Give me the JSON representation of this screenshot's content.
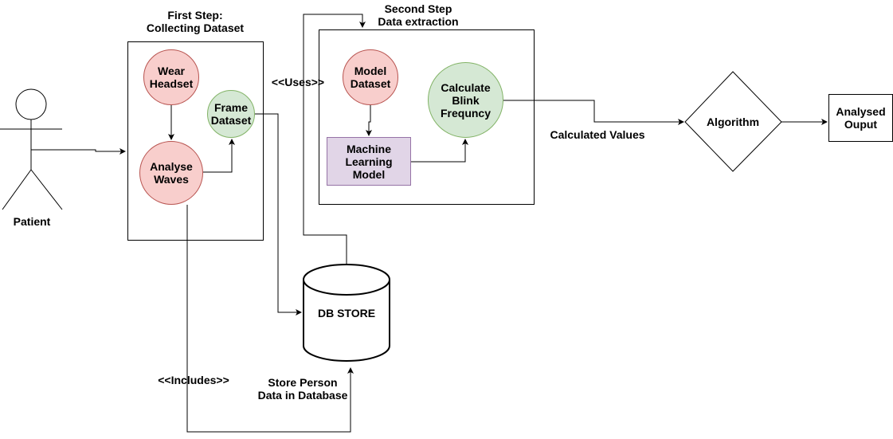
{
  "step1": {
    "title": "First Step:\nCollecting Dataset"
  },
  "step2": {
    "title": "Second Step\nData extraction"
  },
  "actor": {
    "label": "Patient"
  },
  "nodes": {
    "wear_headset": "Wear\nHeadset",
    "analyse_waves": "Analyse\nWaves",
    "frame_dataset": "Frame\nDataset",
    "model_dataset": "Model\nDataset",
    "calc_blink": "Calculate\nBlink\nFrequncy",
    "ml_model": "Machine\nLearning\nModel",
    "algorithm": "Algorithm",
    "analysed_output": "Analysed\nOuput",
    "db_store": "DB STORE"
  },
  "edge_labels": {
    "uses": "<<Uses>>",
    "includes": "<<Includes>>",
    "calculated_values": "Calculated Values",
    "store_person": "Store Person\nData in Database"
  }
}
